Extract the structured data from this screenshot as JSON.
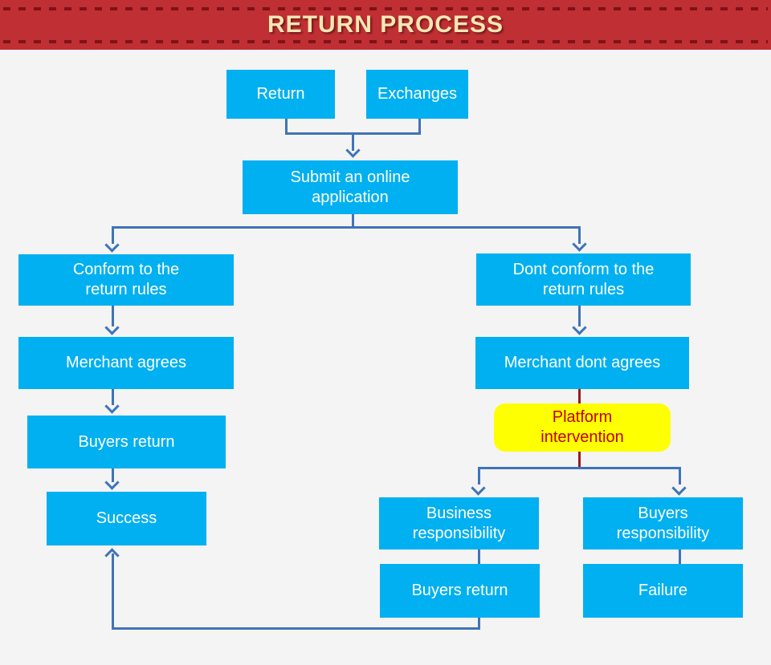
{
  "header": {
    "title": "RETURN PROCESS"
  },
  "flowchart": {
    "nodes": {
      "return": {
        "label": "Return"
      },
      "exchanges": {
        "label": "Exchanges"
      },
      "submit": {
        "label": "Submit an online\napplication"
      },
      "conform": {
        "label": "Conform to the\nreturn rules"
      },
      "dont_conform": {
        "label": "Dont conform to the\nreturn rules"
      },
      "merchant_agrees": {
        "label": "Merchant agrees"
      },
      "merchant_dont_agrees": {
        "label": "Merchant dont agrees"
      },
      "buyers_return_left": {
        "label": "Buyers return"
      },
      "platform_intervention": {
        "label": "Platform\nintervention"
      },
      "success": {
        "label": "Success"
      },
      "business_responsibility": {
        "label": "Business\nresponsibility"
      },
      "buyers_responsibility": {
        "label": "Buyers\nresponsibility"
      },
      "buyers_return_right": {
        "label": "Buyers return"
      },
      "failure": {
        "label": "Failure"
      }
    },
    "colors": {
      "node_fill": "#00B0F0",
      "node_text": "#FFFFFF",
      "highlight_fill": "#FEFF00",
      "highlight_text": "#C00000",
      "connector_blue": "#3F74B8",
      "connector_red": "#991B1E",
      "banner_background": "#C02F33",
      "banner_dashes": "#7C1317",
      "banner_text": "#F6E7B4",
      "page_background": "#F4F4F5"
    }
  }
}
